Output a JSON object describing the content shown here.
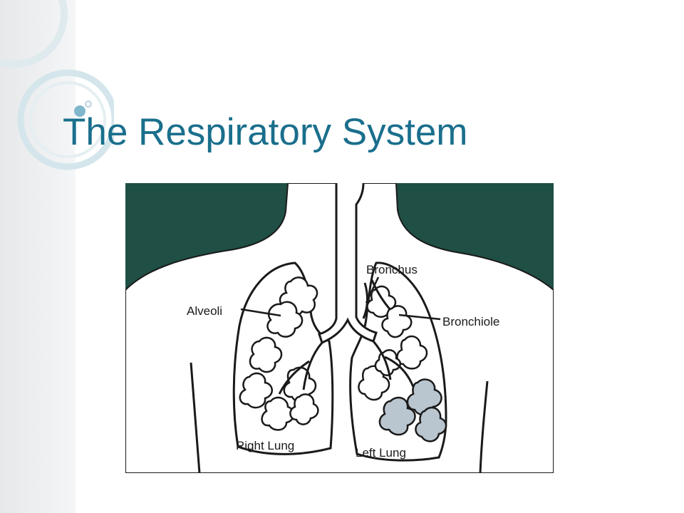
{
  "slide": {
    "title": "The Respiratory System"
  },
  "diagram": {
    "labels": {
      "bronchus": "Bronchus",
      "alveoli": "Alveoli",
      "bronchiole": "Bronchiole",
      "right_lung": "Right Lung",
      "left_lung": "Left Lung"
    }
  },
  "colors": {
    "title": "#1a6f8c",
    "background_dark": "#1f4f45",
    "body": "#ffffff",
    "outline": "#1a1a1a",
    "highlight": "#b9c5cf",
    "decoration_ring": "#d4e6ec",
    "decoration_dot": "#6aaac4"
  }
}
